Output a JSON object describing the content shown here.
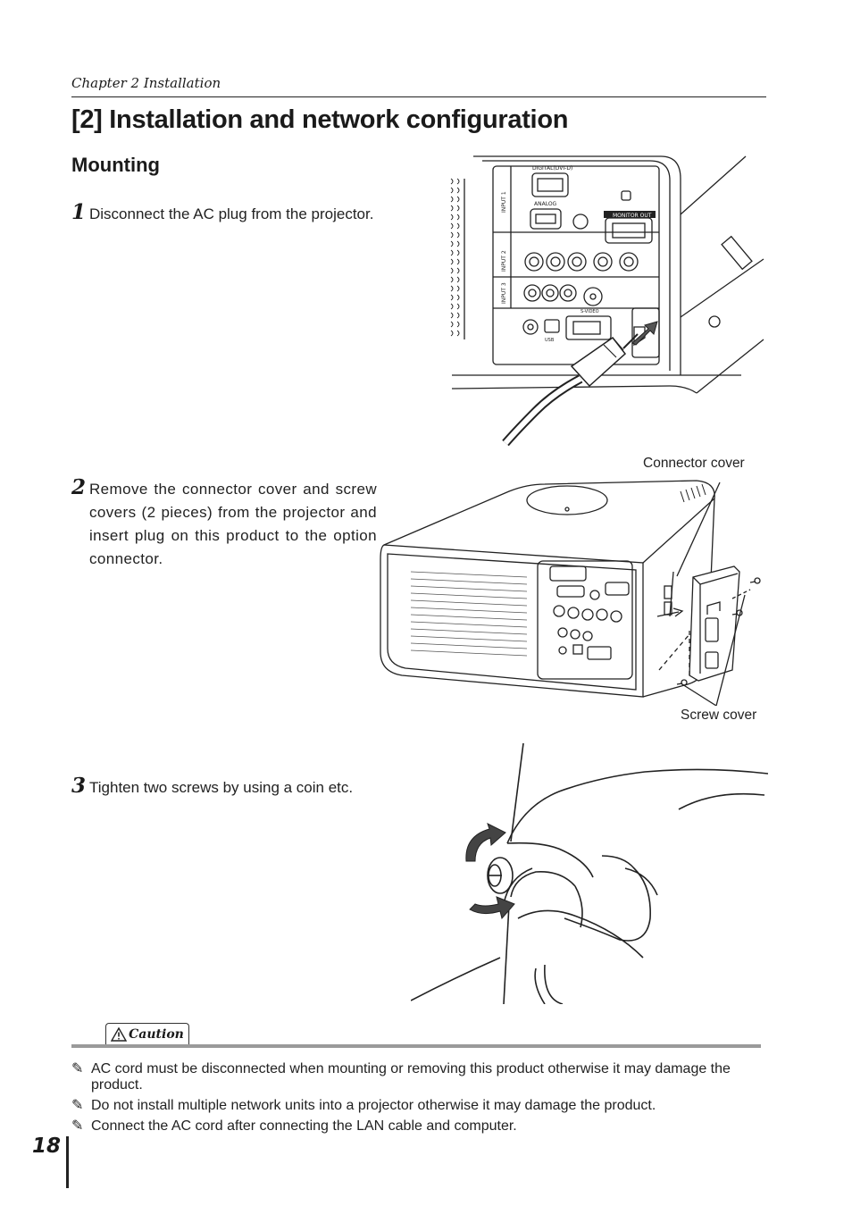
{
  "header": {
    "chapter": "Chapter 2 Installation"
  },
  "title": "[2] Installation and network configuration",
  "subtitle": "Mounting",
  "steps": [
    {
      "number": "1",
      "text": "Disconnect the AC plug from the projector."
    },
    {
      "number": "2",
      "text": "Remove the connector cover and screw covers (2 pieces) from the projector and insert plug on this product to the option connector."
    },
    {
      "number": "3",
      "text": "Tighten two screws by using a coin etc."
    }
  ],
  "figures": {
    "panel_labels": {
      "digital": "DIGITAL(DVI-D)",
      "analog": "ANALOG",
      "input1": "INPUT 1",
      "input2": "INPUT 2",
      "input3": "INPUT 3",
      "monitor_out": "MONITOR OUT",
      "svideo": "S-VIDEO",
      "usb": "USB"
    },
    "connector_cover": "Connector cover",
    "screw_cover": "Screw cover"
  },
  "caution": {
    "label": "Caution",
    "notes": [
      "AC cord must be disconnected when mounting or removing this product otherwise it may damage the product.",
      "Do not install multiple network units into a projector otherwise it may damage the product.",
      "Connect the AC cord  after connecting the LAN cable and computer."
    ]
  },
  "footer": {
    "page_number": "18"
  }
}
